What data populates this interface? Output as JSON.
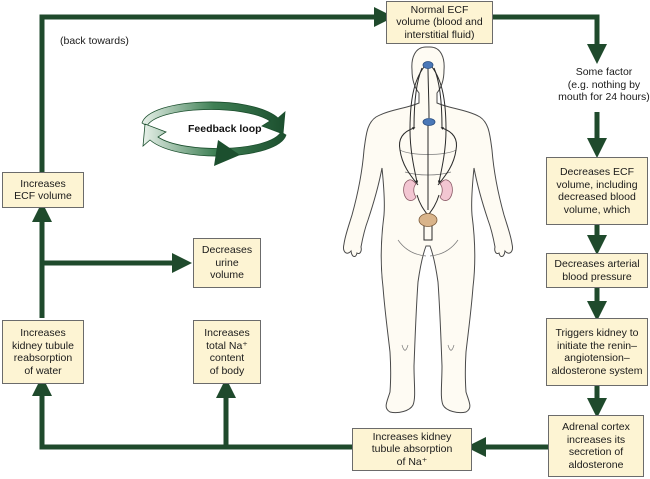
{
  "boxes": {
    "normal_ecf": "Normal ECF\nvolume (blood and\ninterstitial fluid)",
    "decreases_ecf": "Decreases ECF\nvolume, including\ndecreased blood\nvolume, which",
    "decreases_arterial": "Decreases arterial\nblood pressure",
    "triggers_kidney": "Triggers kidney to\ninitiate the renin–\nangiotension–\naldosterone system",
    "adrenal_cortex": "Adrenal cortex\nincreases its\nsecretion of\naldosterone",
    "increases_absorption_na": "Increases kidney\ntubule absorption\nof Na⁺",
    "increases_total_na": "Increases\ntotal Na⁺\ncontent\nof body",
    "increases_reabsorption_water": "Increases\nkidney tubule\nreabsorption\nof water",
    "decreases_urine": "Decreases\nurine\nvolume",
    "increases_ecf": "Increases\nECF volume"
  },
  "notes": {
    "back_towards": "(back towards)",
    "some_factor": "Some factor\n(e.g. nothing by\nmouth for 24 hours)"
  },
  "feedback_loop": {
    "label": "Feedback loop"
  },
  "colors": {
    "arrow": "#1f4a2c",
    "box_fill": "#fdf4d3",
    "loop_arrow": "#25603a",
    "skin": "#fefbf3",
    "kidney": "#f3c6d2",
    "bladder": "#d9b48a",
    "brain_node": "#4a78b8"
  }
}
